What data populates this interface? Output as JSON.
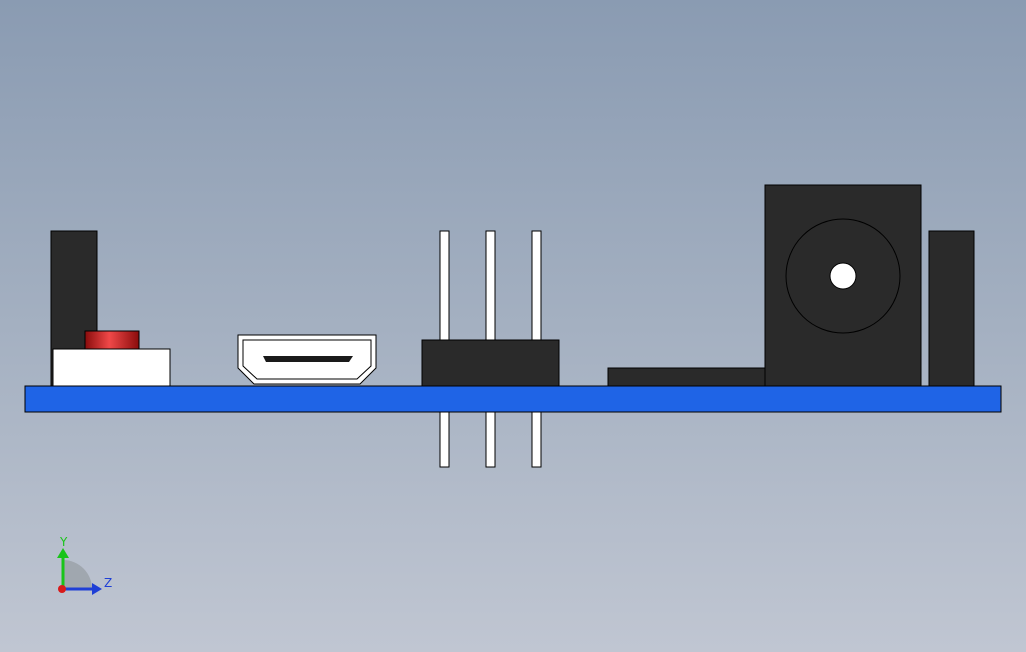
{
  "scene": {
    "background_top": "#8a9bb2",
    "background_bottom": "#c0c6d2",
    "board_color": "#1f64e6",
    "component_color": "#2a2a2a",
    "outline_color": "#000000",
    "white_part_color": "#ffffff",
    "button_color": "#d11a1a"
  },
  "components": [
    {
      "name": "left-standoff-block",
      "icon": "dark-block"
    },
    {
      "name": "tactile-switch",
      "icon": "switch-with-red-button"
    },
    {
      "name": "hdmi-connector",
      "icon": "hdmi-port"
    },
    {
      "name": "pin-header-3pin",
      "icon": "pin-header"
    },
    {
      "name": "low-profile-component",
      "icon": "dark-block"
    },
    {
      "name": "dc-barrel-jack",
      "icon": "barrel-jack"
    },
    {
      "name": "right-standoff-block",
      "icon": "dark-block"
    }
  ],
  "triad": {
    "y_label": "Y",
    "z_label": "Z",
    "y_color": "#19c419",
    "z_color": "#1f3fd6",
    "x_color": "#d81a1a"
  }
}
